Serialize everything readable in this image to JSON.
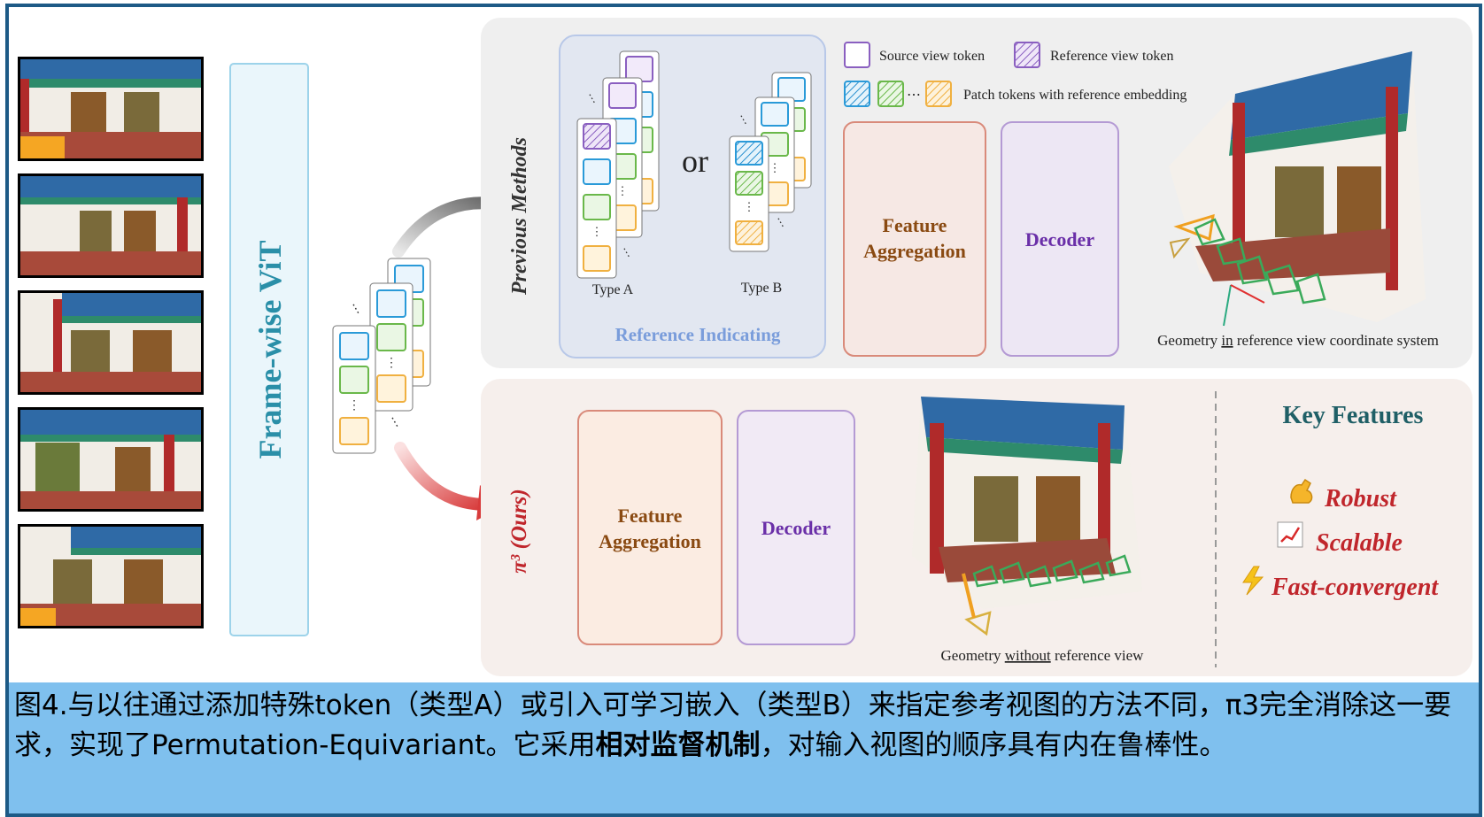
{
  "vit_label": "Frame-wise ViT",
  "previous": {
    "side_label": "Previous Methods",
    "or_text": "or",
    "type_a": "Type A",
    "type_b": "Type B",
    "ref_indicating": "Reference Indicating",
    "legend": {
      "source": "Source view token",
      "reference": "Reference view token",
      "patch": "Patch tokens with reference embedding"
    },
    "feature_agg_line1": "Feature",
    "feature_agg_line2": "Aggregation",
    "decoder": "Decoder",
    "geometry_pre": "Geometry ",
    "geometry_u": "in",
    "geometry_post": " reference view coordinate system"
  },
  "ours": {
    "side_label": "π³ (Ours)",
    "feature_agg_line1": "Feature",
    "feature_agg_line2": "Aggregation",
    "decoder": "Decoder",
    "geometry_pre": "Geometry ",
    "geometry_u": "without",
    "geometry_post": " reference view",
    "key_features_title": "Key Features",
    "features": [
      {
        "icon": "muscle-icon",
        "label": "Robust"
      },
      {
        "icon": "chart-icon",
        "label": "Scalable"
      },
      {
        "icon": "lightning-icon",
        "label": "Fast-convergent"
      }
    ]
  },
  "caption": {
    "part1": "图4.与以往通过添加特殊token（类型A）或引入可学习嵌入（类型B）来指定参考视图的方法不同，π3完全消除这一要求，实现了Permutation-Equivariant。它采用",
    "bold": "相对监督机制",
    "part2": "，对输入视图的顺序具有内在鲁棒性。"
  },
  "colors": {
    "frame": "#1d5a86",
    "caption_bg": "#7fc0ee",
    "feature_agg_text": "#8a4a12",
    "decoder_text": "#6a2fa8",
    "ours_red": "#c0262c",
    "key_title": "#1f5f66",
    "ref_indicating": "#7a9ddb"
  }
}
